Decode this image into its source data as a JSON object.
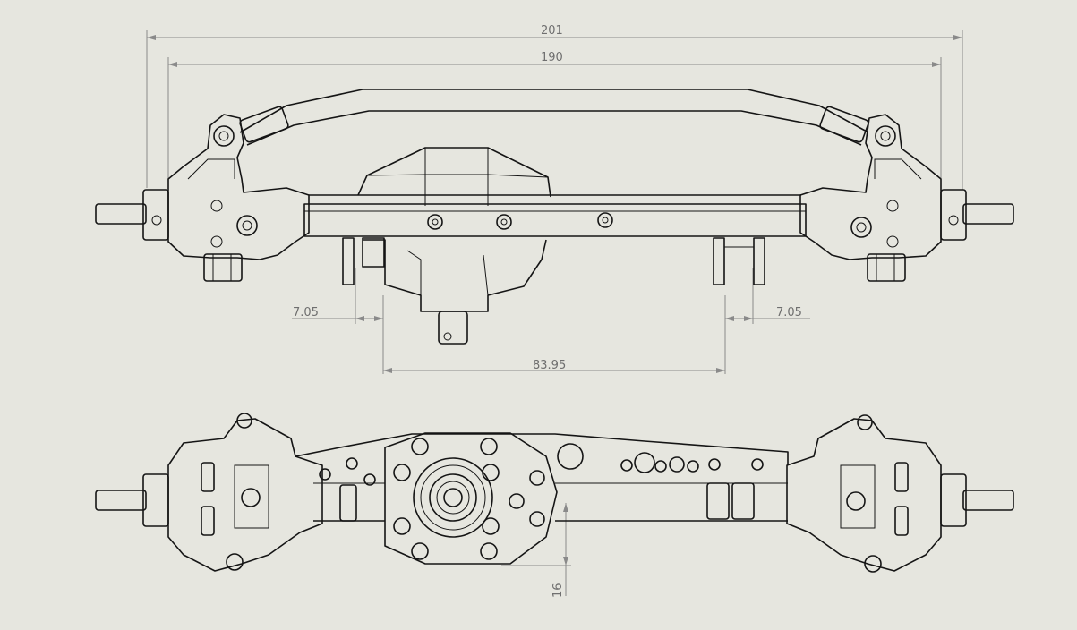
{
  "dimensions": {
    "overall_width": "201",
    "hub_width": "190",
    "left_offset": "7.05",
    "right_offset": "7.05",
    "mount_spacing": "83.95",
    "pinion_height": "16"
  }
}
